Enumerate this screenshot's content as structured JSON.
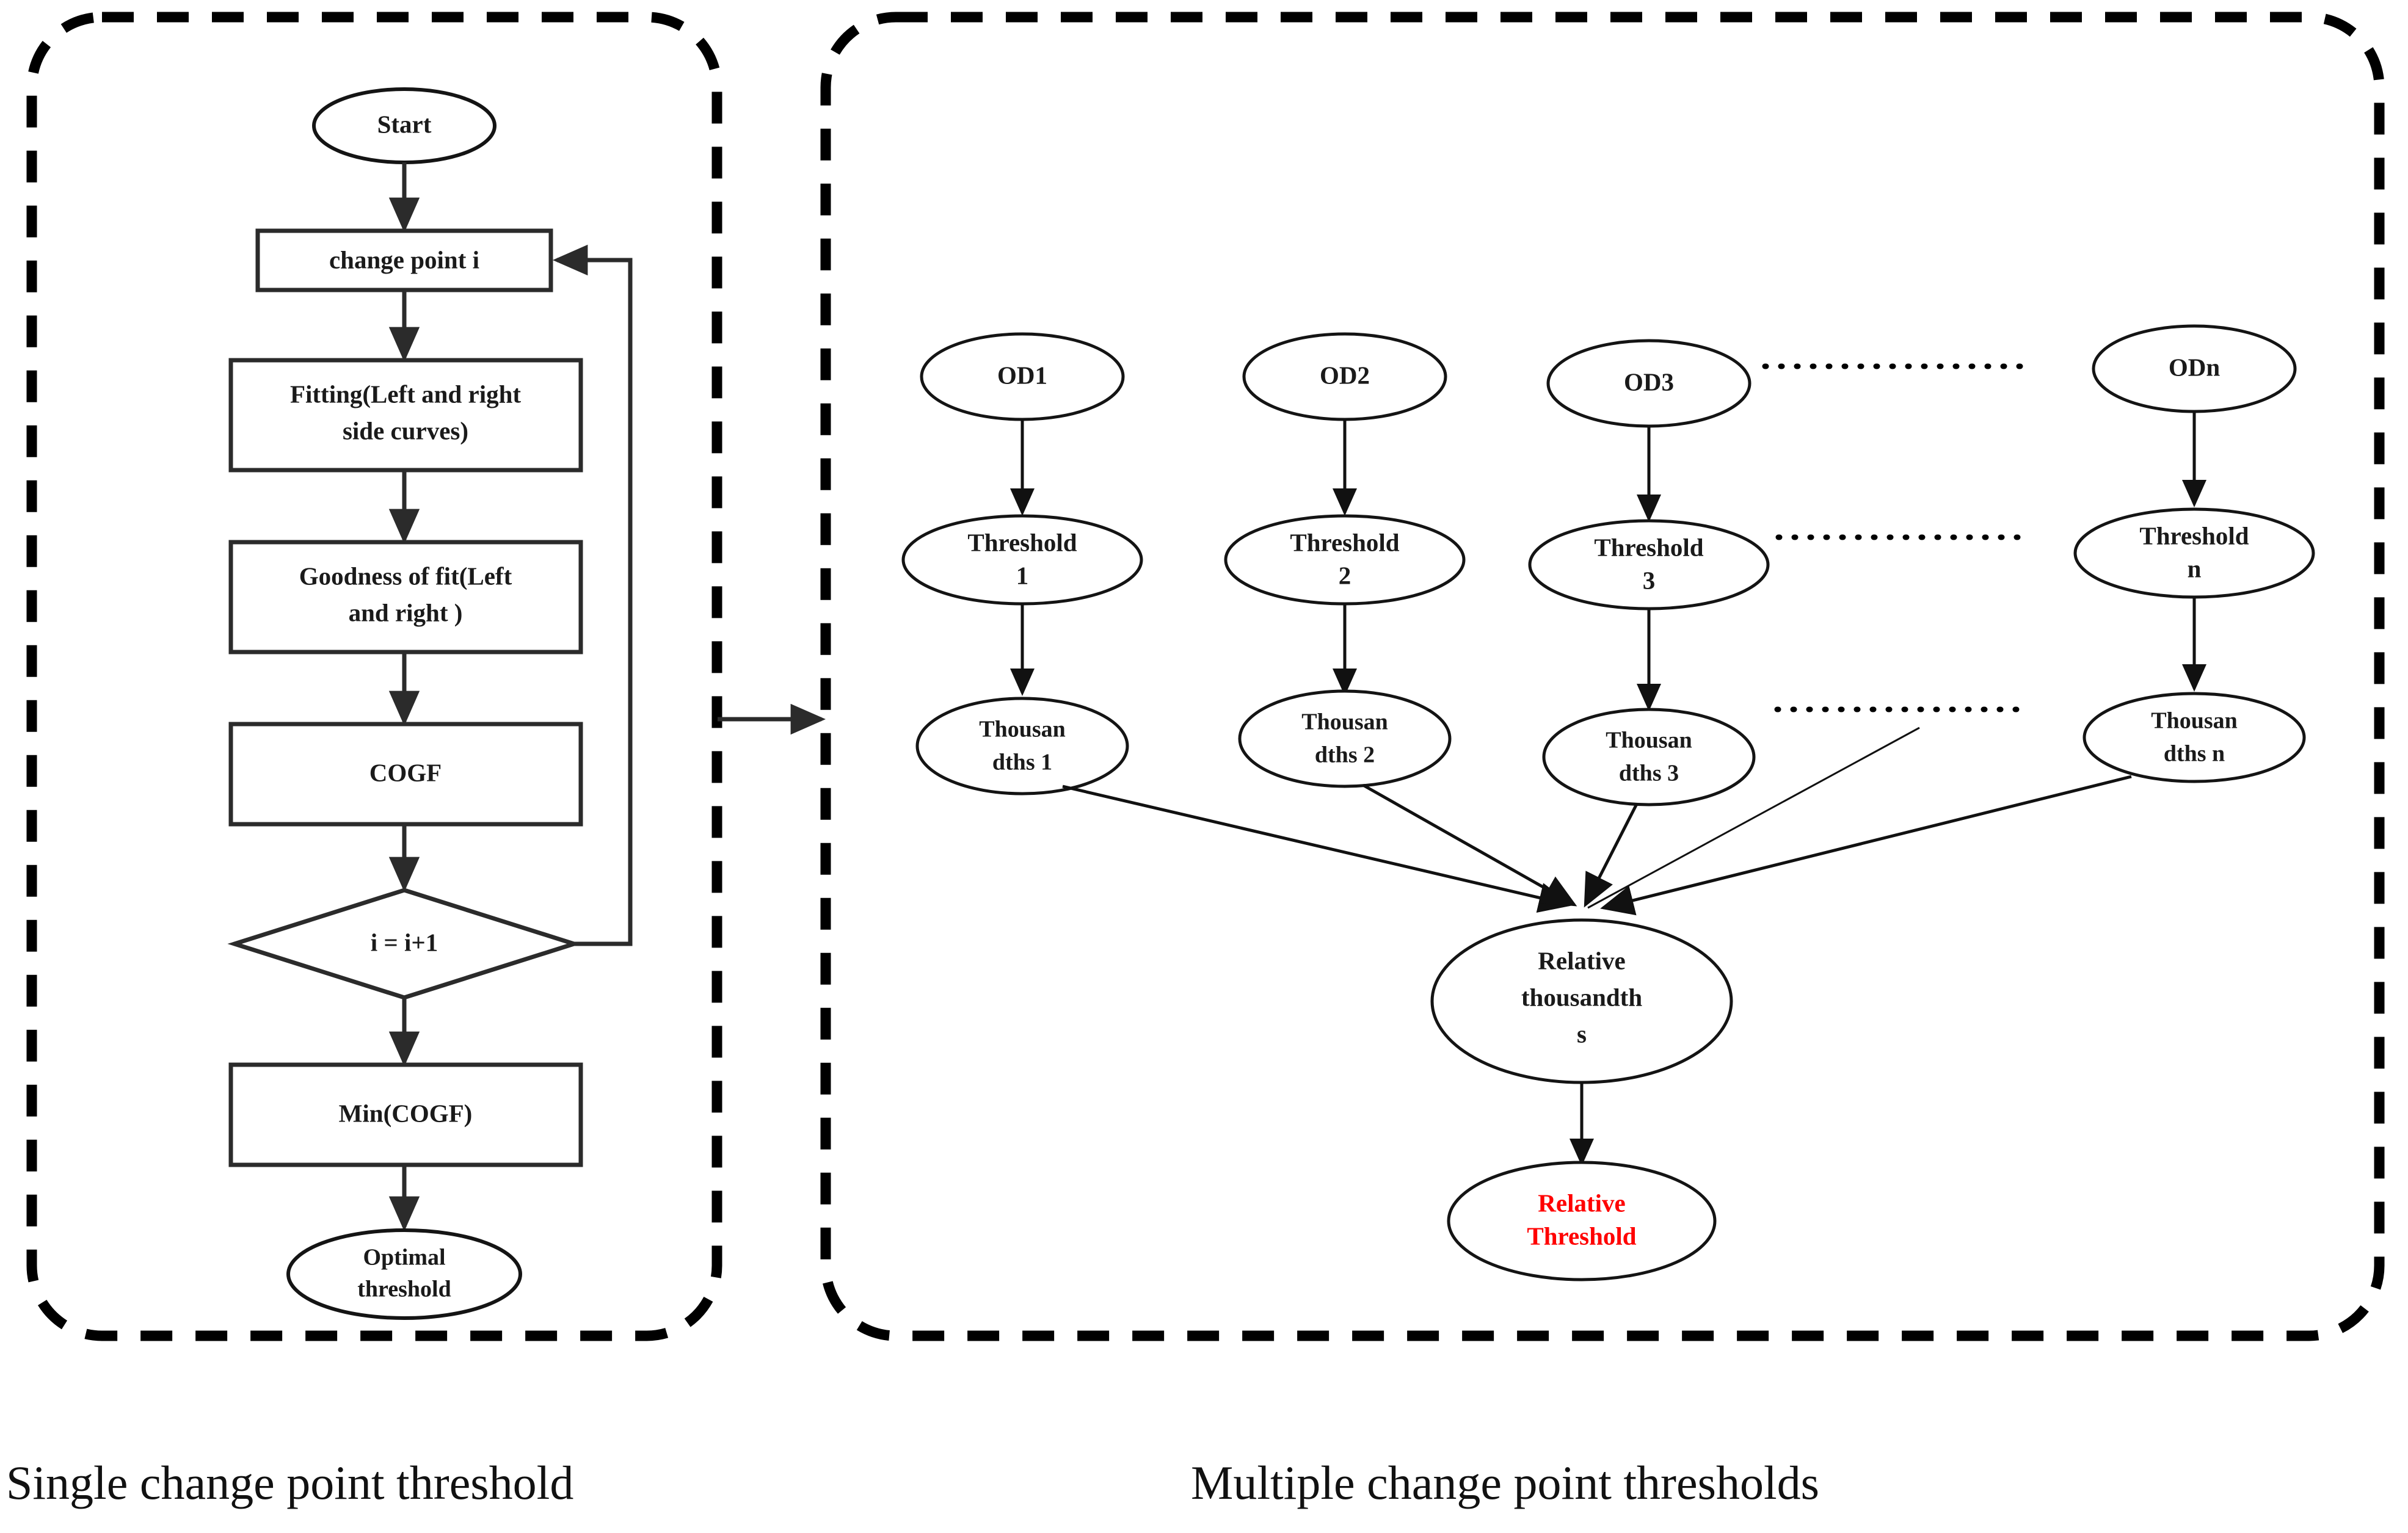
{
  "figure": {
    "left_caption": "Single change point threshold",
    "right_caption": "Multiple change point thresholds"
  },
  "colors": {
    "ink": "#1a1a1a",
    "accent_red": "#ff0000",
    "panel_border": "#000000"
  },
  "left_panel": {
    "nodes": [
      {
        "id": "start",
        "shape": "ellipse",
        "label": "Start"
      },
      {
        "id": "changept",
        "shape": "rect",
        "label": "change point    i"
      },
      {
        "id": "fitting",
        "shape": "rect",
        "label_line1": "Fitting(Left and right",
        "label_line2": "side curves)"
      },
      {
        "id": "goodness",
        "shape": "rect",
        "label_line1": "Goodness of fit(Left",
        "label_line2": "and right )"
      },
      {
        "id": "cogf",
        "shape": "rect",
        "label": "COGF"
      },
      {
        "id": "increment",
        "shape": "diamond",
        "label": "i = i+1"
      },
      {
        "id": "mincogf",
        "shape": "rect",
        "label": "Min(COGF)"
      },
      {
        "id": "optimal",
        "shape": "ellipse",
        "label_line1": "Optimal",
        "label_line2": "threshold"
      }
    ]
  },
  "connector": {
    "name": "panel-link-arrow"
  },
  "right_panel": {
    "columns": [
      {
        "od": "OD1",
        "threshold_line1": "Threshold",
        "threshold_line2": "1",
        "thousandths_line1": "Thousan",
        "thousandths_line2": "dths 1"
      },
      {
        "od": "OD2",
        "threshold_line1": "Threshold",
        "threshold_line2": "2",
        "thousandths_line1": "Thousan",
        "thousandths_line2": "dths 2"
      },
      {
        "od": "OD3",
        "threshold_line1": "Threshold",
        "threshold_line2": "3",
        "thousandths_line1": "Thousan",
        "thousandths_line2": "dths 3"
      },
      {
        "od": "ODn",
        "threshold_line1": "Threshold",
        "threshold_line2": "n",
        "thousandths_line1": "Thousan",
        "thousandths_line2": "dths n"
      }
    ],
    "ellipsis_rows": 3,
    "aggregate": {
      "line1": "Relative",
      "line2": "thousandth",
      "line3": "s"
    },
    "result": {
      "line1": "Relative",
      "line2": "Threshold"
    }
  }
}
